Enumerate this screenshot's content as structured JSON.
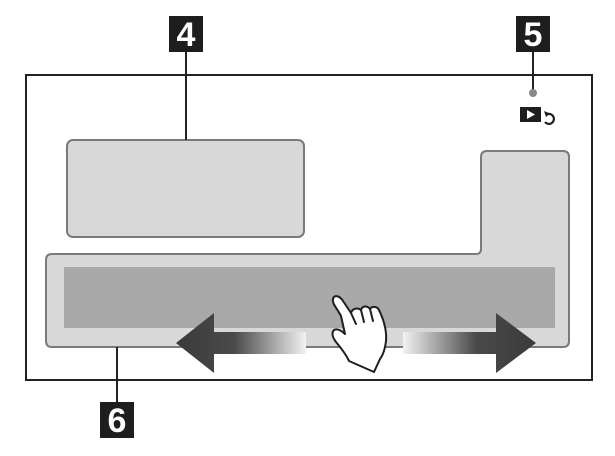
{
  "callouts": {
    "c4": "4",
    "c5": "5",
    "c6": "6"
  },
  "icons": {
    "play_return": "play-return-icon",
    "swipe_hand": "pointing-hand-icon",
    "swipe_left": "arrow-left-icon",
    "swipe_right": "arrow-right-icon"
  },
  "colors": {
    "frame": "#222222",
    "panel_fill": "#d8d8d8",
    "panel_stroke": "#7a7a7a",
    "strip_fill": "#a9a9a9",
    "arrow_dark": "#3a3a3a",
    "label_bg": "#1e1e1e",
    "label_text": "#ffffff"
  }
}
